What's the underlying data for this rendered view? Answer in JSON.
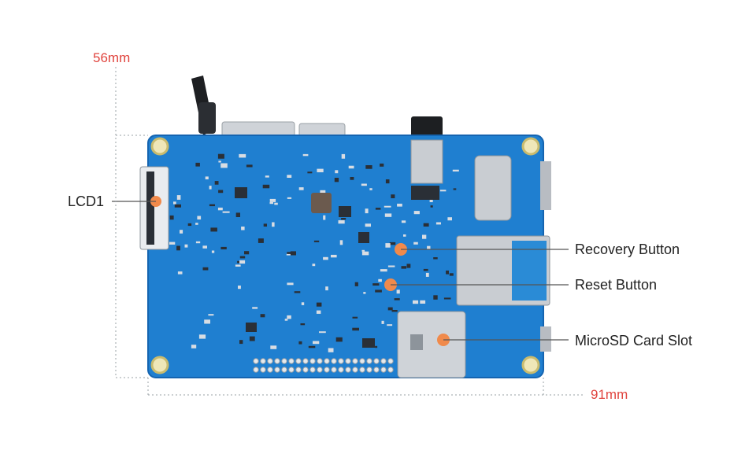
{
  "dimensions": {
    "height_label": "56mm",
    "width_label": "91mm",
    "color": "#e0443e"
  },
  "callouts": [
    {
      "key": "lcd",
      "label": "LCD1"
    },
    {
      "key": "recovery",
      "label": "Recovery Button"
    },
    {
      "key": "reset",
      "label": "Reset Button"
    },
    {
      "key": "microsd",
      "label": "MicroSD Card Slot"
    }
  ],
  "colors": {
    "pcb": "#1f7fd0",
    "pcb_dark": "#1564b0",
    "marker": "#f08a4b",
    "leader_line": "#555555",
    "connector_metal": "#c9cdd2",
    "chip": "#2a2f36"
  }
}
